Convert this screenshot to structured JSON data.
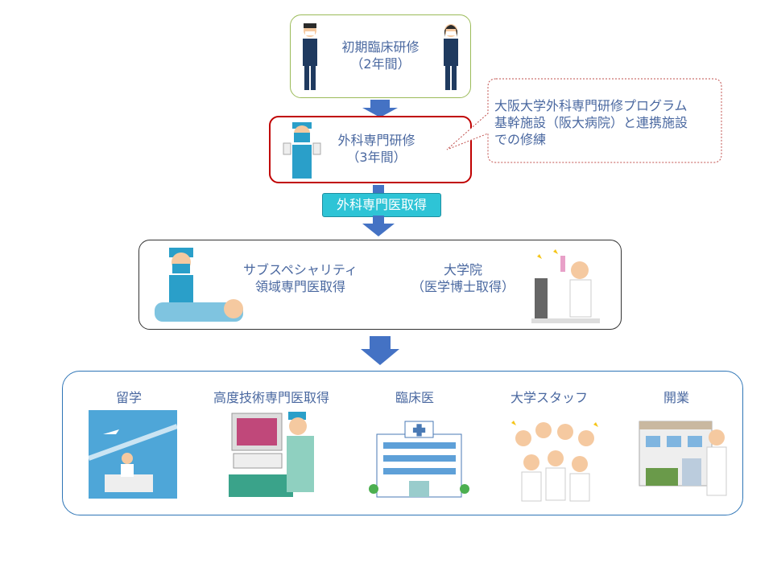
{
  "stage1": {
    "line1": "初期臨床研修",
    "line2": "（2年間）"
  },
  "stage2": {
    "line1": "外科専門研修",
    "line2": "（3年間）"
  },
  "callout": {
    "line1": "大阪大学外科専門研修プログラム",
    "line2": "基幹施設（阪大病院）と連携施設",
    "line3": "での修練"
  },
  "badge": "外科専門医取得",
  "stage3": {
    "left": {
      "line1": "サブスペシャリティ",
      "line2": "領域専門医取得"
    },
    "right": {
      "line1": "大学院",
      "line2": "（医学博士取得）"
    }
  },
  "careers": [
    {
      "label": "留学"
    },
    {
      "label": "高度技術専門医取得"
    },
    {
      "label": "臨床医"
    },
    {
      "label": "大学スタッフ"
    },
    {
      "label": "開業"
    }
  ],
  "colors": {
    "text": "#4a68a0",
    "arrow": "#4472c4",
    "badge": "#2ec4d6",
    "highlight": "#c00000",
    "callout_border": "#c0504d"
  }
}
